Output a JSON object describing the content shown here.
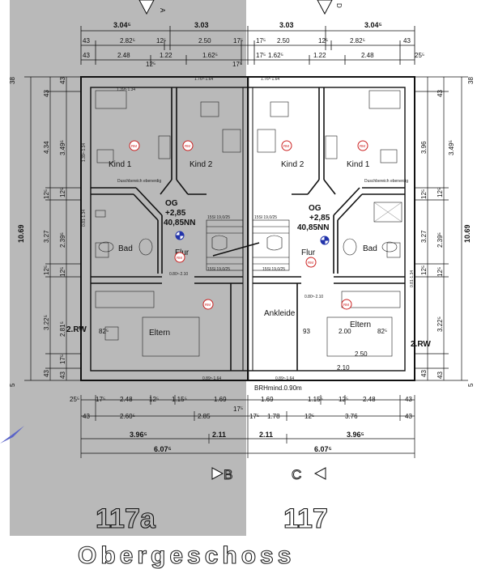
{
  "units": {
    "left": "117a",
    "right": "117"
  },
  "floor_title": "Obergeschoss",
  "sections": {
    "top_left": "A",
    "top_right": "D",
    "bottom_left": "B",
    "bottom_right": "C"
  },
  "top_dims": {
    "row1": [
      "3.04⁵",
      "3.03",
      "3.03",
      "3.04⁵"
    ],
    "row2": [
      "43",
      "2.82⁵",
      "12⁵",
      "2.50",
      "17⁵",
      "17⁵",
      "2.50",
      "12⁵",
      "2.82⁵",
      "43"
    ],
    "row3": [
      "43",
      "2.48",
      "12⁵",
      "1.22",
      "1.62⁵",
      "17⁵",
      "17⁵",
      "1.62⁵",
      "1.22",
      "2.48",
      "25⁵"
    ]
  },
  "bottom_dims": {
    "row1": [
      "25⁵",
      "17⁵",
      "2.48",
      "12⁵",
      "1.15⁵",
      "1.69",
      "17⁵",
      "1.69",
      "1.15⁵",
      "12⁵",
      "2.48",
      "43"
    ],
    "row2": [
      "43",
      "2.60⁵",
      "2.85",
      "17⁵",
      "1.78",
      "12⁵",
      "3.76",
      "43"
    ],
    "row3": [
      "3.96⁵",
      "2.11",
      "2.11",
      "3.96⁵"
    ],
    "row4": [
      "6.07⁵",
      "6.07⁵"
    ]
  },
  "left_dims": {
    "total": "10.69",
    "outer": [
      "38",
      "43",
      "3.49⁵",
      "12⁵",
      "2.39⁵",
      "12⁵",
      "2.81⁵",
      "17⁵",
      "43",
      "5"
    ],
    "inner": [
      "43",
      "4.34",
      "12⁵",
      "3.27",
      "12⁵",
      "3.22⁵",
      "43"
    ]
  },
  "right_dims": {
    "total": "10.69",
    "outer": [
      "38",
      "43",
      "3.49⁵",
      "12⁵",
      "2.39⁵",
      "12⁵",
      "3.22⁵",
      "43",
      "5"
    ],
    "inner": [
      "3.96",
      "12⁵",
      "3.27",
      "12⁵",
      "43"
    ]
  },
  "rooms_left": {
    "kind1": "Kind 1",
    "kind2": "Kind 2",
    "bad": "Bad",
    "flur": "Flur",
    "eltern": "Eltern"
  },
  "rooms_right": {
    "kind1": "Kind 1",
    "kind2": "Kind 2",
    "bad": "Bad",
    "flur": "Flur",
    "eltern": "Eltern",
    "ankleide": "Ankleide"
  },
  "og_left": {
    "label": "OG",
    "level": "+2,85",
    "nn": "40,85NN"
  },
  "og_right": {
    "label": "OG",
    "level": "+2,85",
    "nn": "40,85NN"
  },
  "stairs_left": {
    "upper": "15Sl 19,0/25",
    "lower": "15Sl 19,0/25"
  },
  "stairs_right": {
    "upper": "15Sl 19,0/25",
    "lower": "15Sl 19,0/25"
  },
  "wall_marks": {
    "left": "2.RW",
    "right": "2.RW"
  },
  "rm_label": "RM",
  "duschbereich": "Duschbereich ebenerdig",
  "window_labels": [
    "1.39⁵·1.34",
    "1.76⁵·1.64",
    "1.76⁵·1.64",
    "0.89⁵·1.64",
    "0.89⁵·1.64",
    "0.80⁵·2.10",
    "0.80⁵·2.10",
    "0.81·1.34",
    "0.81·1.34",
    "1.39⁵·1.34"
  ],
  "brh_note": "BRHmind.0.90m",
  "eltern_right_dims": [
    "93",
    "2.00",
    "82⁵",
    "2.50",
    "2.10"
  ],
  "eltern_left_dims": [
    "82⁵"
  ],
  "colors": {
    "shade": "#b8b8b8",
    "line": "#111111",
    "rm_ring": "#cc2222",
    "marker": "#2233aa",
    "arrow": "#5a63c8"
  }
}
